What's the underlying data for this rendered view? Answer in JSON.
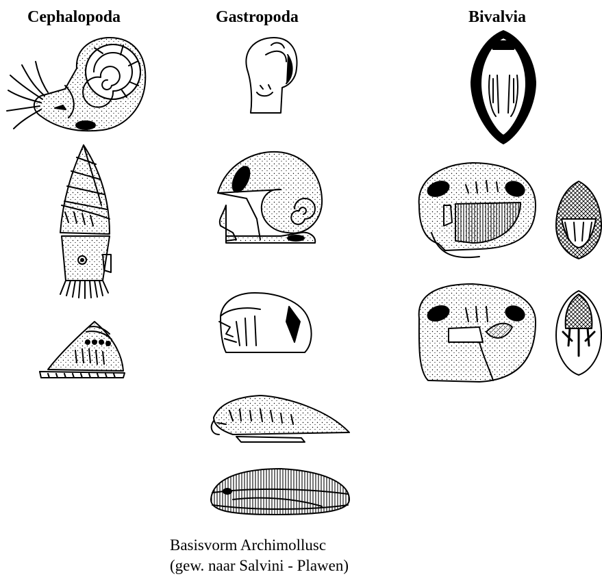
{
  "headers": {
    "cephalopoda": "Cephalopoda",
    "gastropoda": "Gastropoda",
    "bivalvia": "Bivalvia"
  },
  "caption": {
    "line1": "Basisvorm Archimollusc",
    "line2": "(gew. naar Salvini - Plawen)"
  },
  "colors": {
    "ink": "#000000",
    "background": "#ffffff"
  }
}
